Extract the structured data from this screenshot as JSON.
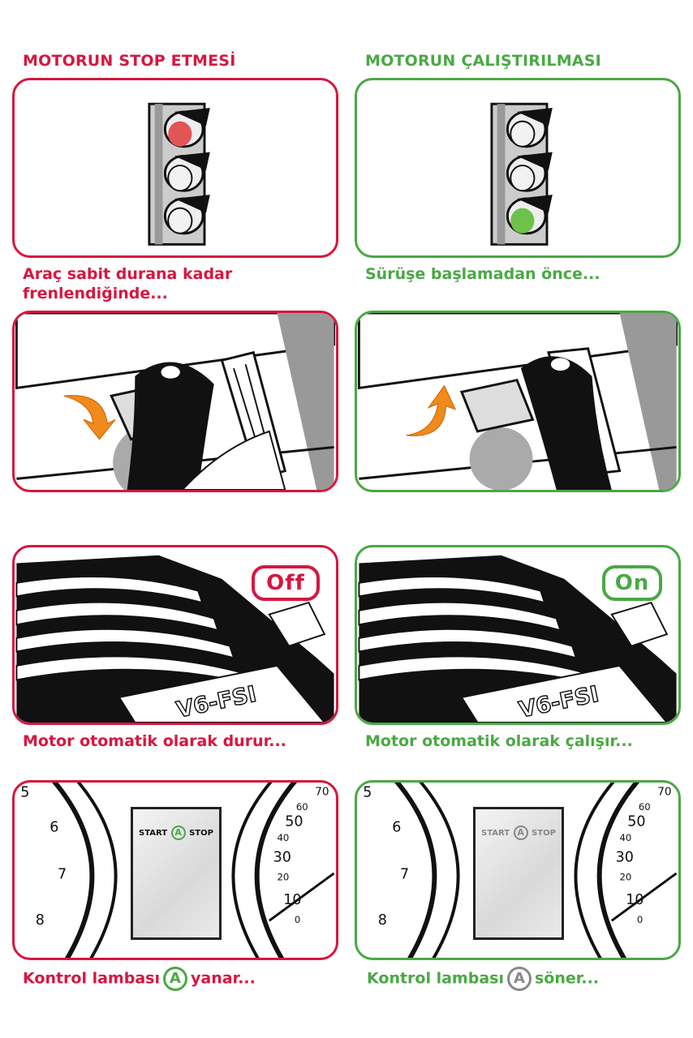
{
  "left": {
    "title": "MOTORUN STOP ETMESİ",
    "caption1": "Araç sabit durana kadar frenlendiğinde...",
    "badge": "Off",
    "caption3": "Motor otomatik olarak durur...",
    "caption4_pre": "Kontrol lambası",
    "caption4_post": "yanar...",
    "lamp_letter": "A",
    "display_start": "START",
    "display_stop": "STOP"
  },
  "right": {
    "title": "MOTORUN ÇALIŞTIRILMASI",
    "caption1": "Sürüşe başlamadan önce...",
    "badge": "On",
    "caption3": "Motor otomatik olarak çalışır...",
    "caption4_pre": "Kontrol lambası",
    "caption4_post": "söner...",
    "lamp_letter": "A",
    "display_start": "START",
    "display_stop": "STOP"
  },
  "engine_logo": "V6-FSI",
  "gauge_left_ticks": [
    "5",
    "6",
    "7",
    "8"
  ],
  "gauge_right_ticks": [
    "70",
    "60",
    "50",
    "40",
    "30",
    "20",
    "10",
    "0"
  ],
  "colors": {
    "stop_red": "#d6173f",
    "start_green": "#4aa845",
    "arrow_orange": "#f08a1c"
  },
  "icons": [
    "traffic-light-icon",
    "brake-pedal-icon",
    "engine-icon",
    "start-stop-icon"
  ]
}
